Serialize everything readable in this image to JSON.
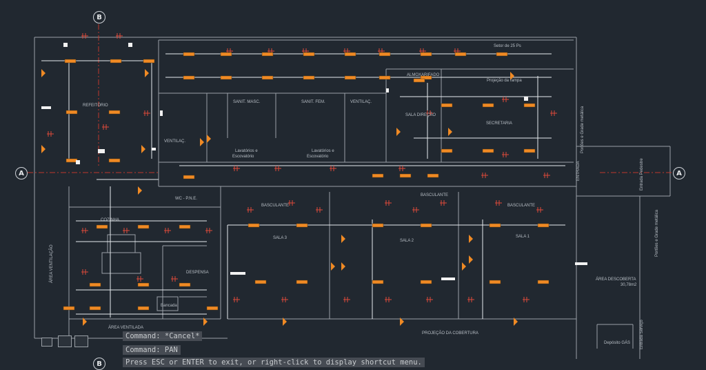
{
  "app": "CAD drawing view",
  "section_markers": {
    "a_left": "A",
    "a_right": "A",
    "b_top": "B",
    "b_bottom": "B"
  },
  "rooms": {
    "refeitorio": "REFEITÓRIO",
    "almoxarifado": "ALMOXARIFADO",
    "sala_direcao": "SALA DIREÇÃO",
    "secretaria": "SECRETARIA",
    "arquivo_rampa": "Projeção da rampa",
    "sanit_masc": "SANIT. MASC.",
    "sanit_fem": "SANIT. FEM.",
    "ventilac1": "VENTILAÇ.",
    "ventilac2": "VENTILAÇ.",
    "lavatorio_a": "Lavatórios e",
    "lavatorio_a2": "Escovatório",
    "lavatorio_b": "Lavatórios e",
    "lavatorio_b2": "Escovatório",
    "wc_pne": "WC - P.N.E.",
    "cozinha": "COZINHA",
    "despensa": "DESPENSA",
    "area_ventilacao_left": "ÁREA VENTILAÇÃO",
    "area_ventilada": "ÁREA VENTILADA",
    "basculante1": "BASCULANTE",
    "basculante2": "BASCULANTE",
    "basculante3": "BASCULANTE",
    "sala3": "SALA 3",
    "sala2": "SALA 2",
    "sala1": "SALA 1",
    "area_descoberta": "ÁREA DESCOBERTA",
    "area_descoberta_m2": "30,78m2",
    "projecao_cobertura": "PROJEÇÃO DA COBERTURA",
    "entrada": "ENTRADA",
    "deposito_gas": "Depósito GÁS",
    "bancada": "Bancada",
    "setor_top": "Setor de 25 Ps",
    "entrada_servico": "Entrada Serviço",
    "entrada_pedestre": "Entrada Pedestre",
    "portao_grade": "Portões e Grade metálica",
    "portao_grade2": "Portões e Grade metálica"
  },
  "command_line": {
    "history1": "Command: *Cancel*",
    "history2": "Command: PAN",
    "prompt": "Press ESC or ENTER to exit, or right-click to display shortcut menu."
  },
  "colors": {
    "background": "#212830",
    "walls": "#c9ced3",
    "fixtures": "#f08a24",
    "outlets": "#e04a3a",
    "circuits": "#e8ecef"
  }
}
